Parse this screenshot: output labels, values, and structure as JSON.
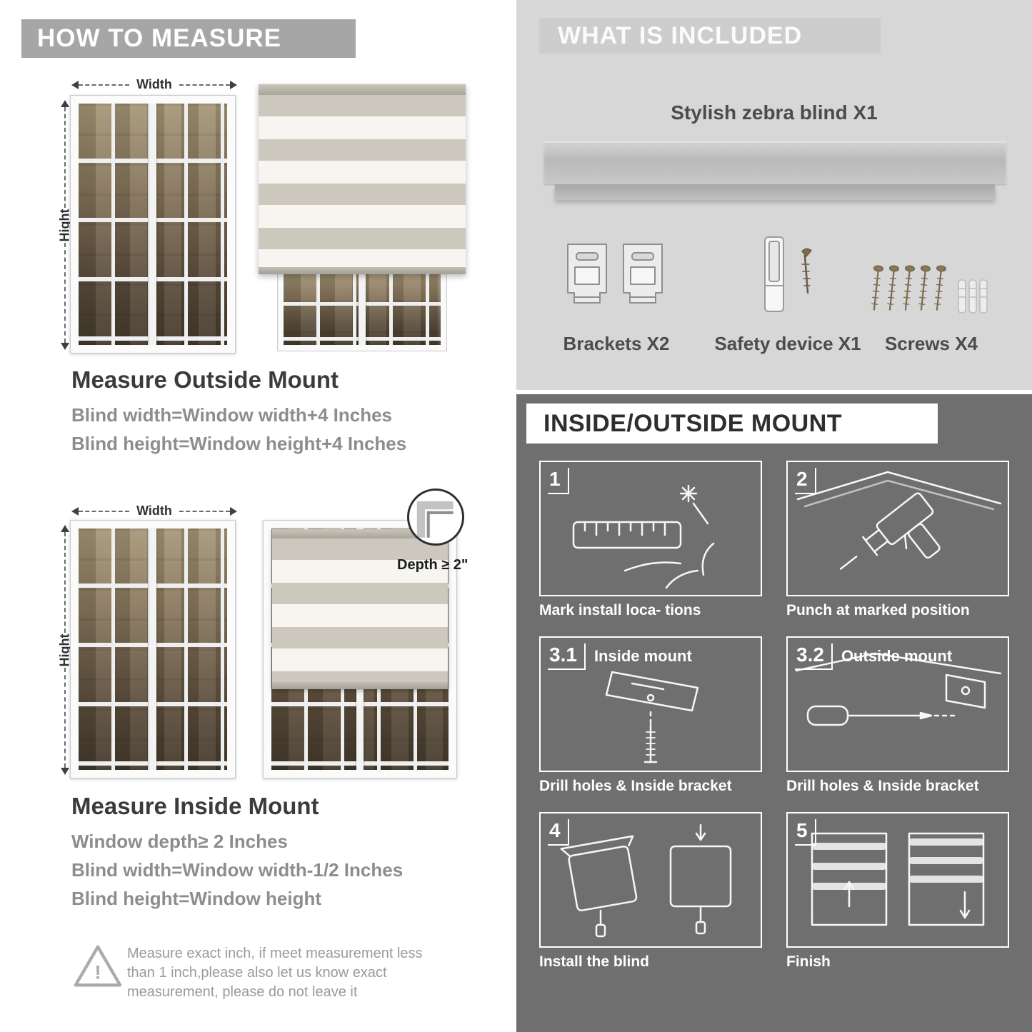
{
  "theme": {
    "band_gray": "#a6a6a6",
    "included_bg": "#d7d7d7",
    "mount_bg": "#6f6f6f",
    "text_dark": "#3b3b3b",
    "text_gray": "#8d8d8d",
    "stripe_tan": "#ccc8bd"
  },
  "icons": {
    "warning_glyph": "!"
  },
  "left": {
    "header": "HOW TO MEASURE",
    "outside": {
      "width_label": "Width",
      "height_label": "Hight",
      "title": "Measure Outside Mount",
      "line1": "Blind width=Window width+4 Inches",
      "line2": "Blind height=Window height+4 Inches"
    },
    "inside": {
      "width_label": "Width",
      "height_label": "Hight",
      "depth_label": "Depth ≥ 2\"",
      "title": "Measure Inside Mount",
      "line1": "Window depth≥ 2 Inches",
      "line2": "Blind width=Window width-1/2 Inches",
      "line3": "Blind height=Window height"
    },
    "note": "Measure exact inch, if meet measurement less than 1 inch,please also let us know exact measurement, please do not leave it"
  },
  "included": {
    "header": "WHAT IS INCLUDED",
    "blind_label": "Stylish zebra blind X1",
    "items": [
      {
        "label": "Brackets X2"
      },
      {
        "label": "Safety device X1"
      },
      {
        "label": "Screws X4"
      }
    ]
  },
  "mount": {
    "header": "INSIDE/OUTSIDE MOUNT",
    "steps": [
      {
        "num": "1",
        "title": "",
        "caption": "Mark install loca- tions"
      },
      {
        "num": "2",
        "title": "",
        "caption": "Punch at marked position"
      },
      {
        "num": "3.1",
        "title": "Inside mount",
        "caption": "Drill holes & Inside bracket"
      },
      {
        "num": "3.2",
        "title": "Outside mount",
        "caption": "Drill holes & Inside bracket"
      },
      {
        "num": "4",
        "title": "",
        "caption": "Install the blind"
      },
      {
        "num": "5",
        "title": "",
        "caption": "Finish"
      }
    ]
  }
}
